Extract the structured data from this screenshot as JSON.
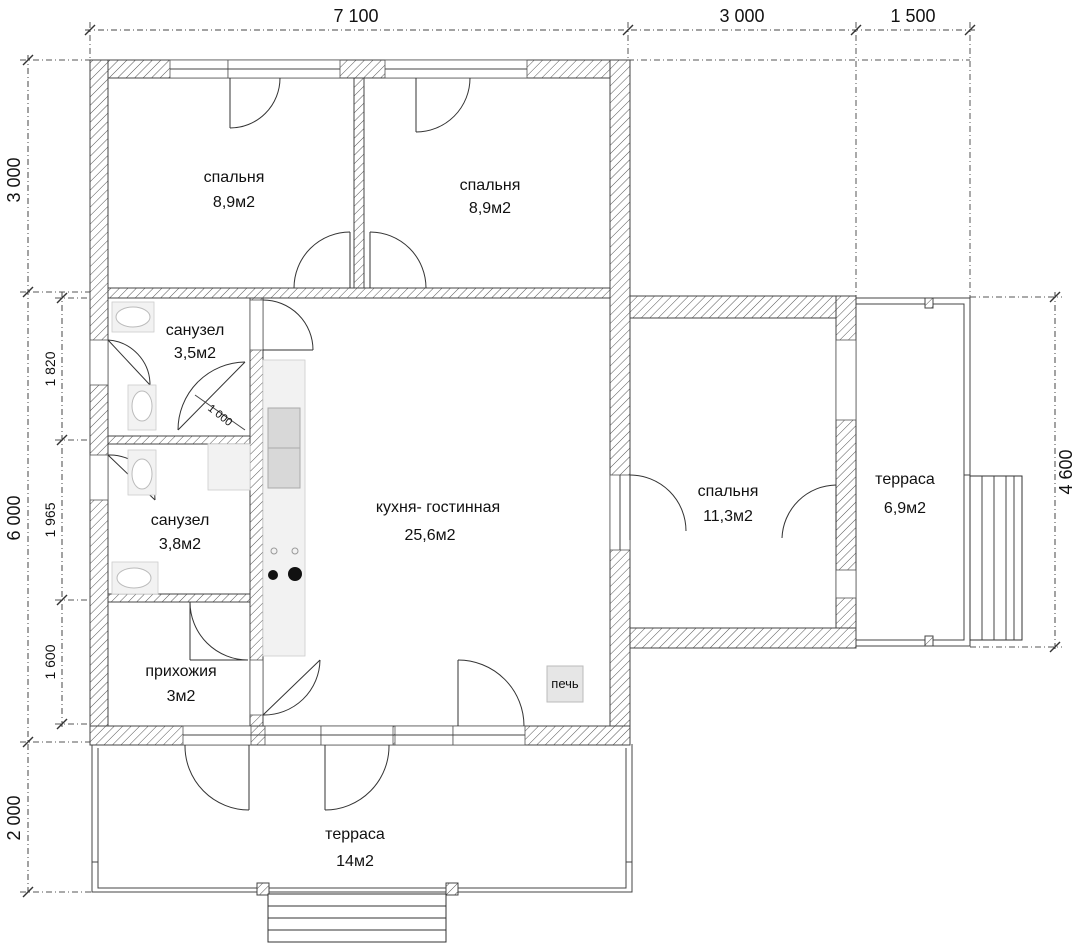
{
  "dimensions": {
    "top": [
      "7 100",
      "3 000",
      "1 500"
    ],
    "left_outer": [
      "3 000",
      "6 000",
      "2 000"
    ],
    "left_inner": [
      "1 820",
      "1 965",
      "1 600"
    ],
    "right": "4 600",
    "door_swing": "1 000"
  },
  "rooms": [
    {
      "name": "спальня",
      "area": "8,9м2"
    },
    {
      "name": "спальня",
      "area": "8,9м2"
    },
    {
      "name": "санузел",
      "area": "3,5м2"
    },
    {
      "name": "санузел",
      "area": "3,8м2"
    },
    {
      "name": "прихожия",
      "area": "3м2"
    },
    {
      "name": "кухня- гостинная",
      "area": "25,6м2"
    },
    {
      "name": "спальня",
      "area": "11,3м2"
    },
    {
      "name": "терраса",
      "area": "6,9м2"
    },
    {
      "name": "терраса",
      "area": "14м2"
    }
  ],
  "stove_label": "печь"
}
